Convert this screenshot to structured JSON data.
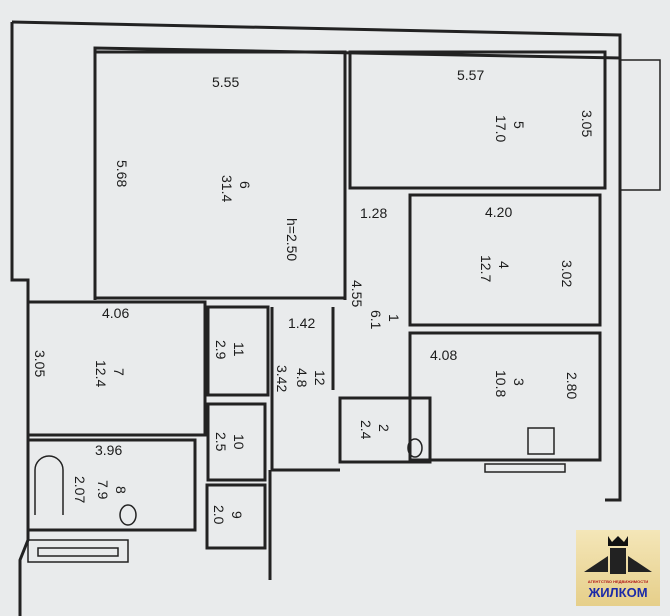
{
  "title": "Floor plan",
  "rooms": [
    {
      "number": "1",
      "area": "6.1"
    },
    {
      "number": "2",
      "area": "2.4"
    },
    {
      "number": "3",
      "area": "10.8"
    },
    {
      "number": "4",
      "area": "12.7"
    },
    {
      "number": "5",
      "area": "17.0"
    },
    {
      "number": "6",
      "area": "31.4"
    },
    {
      "number": "7",
      "area": "12.4"
    },
    {
      "number": "8",
      "area": "7.9"
    },
    {
      "number": "9",
      "area": "2.0"
    },
    {
      "number": "10",
      "area": "2.5"
    },
    {
      "number": "11",
      "area": "2.9"
    },
    {
      "number": "12",
      "area": "4.8"
    }
  ],
  "dimensions": {
    "r6_width": "5.55",
    "r6_length": "5.68",
    "ceiling": "h=2.50",
    "r5_width": "5.57",
    "r5_length": "3.05",
    "r1_width": "1.28",
    "r1_length": "4.55",
    "r4_width": "4.20",
    "r4_length": "3.02",
    "r12_width": "1.42",
    "r12_length": "3.42",
    "r7_width": "4.06",
    "r7_length": "3.05",
    "r3_width": "4.08",
    "r3_length": "2.80",
    "r8_width": "3.96",
    "r8_length": "2.07"
  },
  "logo": {
    "name": "ЖИЛКОМ",
    "tagline": "АГЕНТСТВО НЕДВИЖИМОСТИ"
  }
}
